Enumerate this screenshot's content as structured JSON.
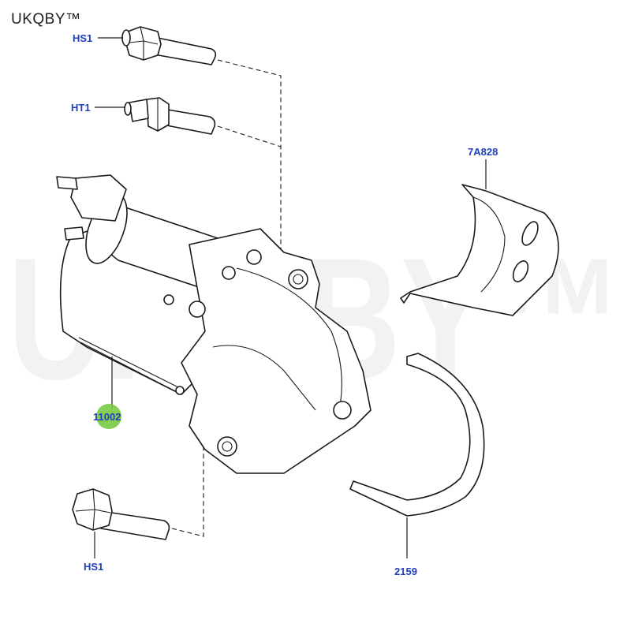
{
  "brand": "UKQBY™",
  "watermark": "UKQBY™",
  "callouts": {
    "hs1_top": "HS1",
    "ht1": "HT1",
    "bracket": "7A828",
    "starter": "11002",
    "hs1_bottom": "HS1",
    "strap": "2159"
  },
  "colors": {
    "callout_text": "#1f3fbf",
    "highlight_dot": "#7ac943",
    "line": "#1a1a1a"
  }
}
